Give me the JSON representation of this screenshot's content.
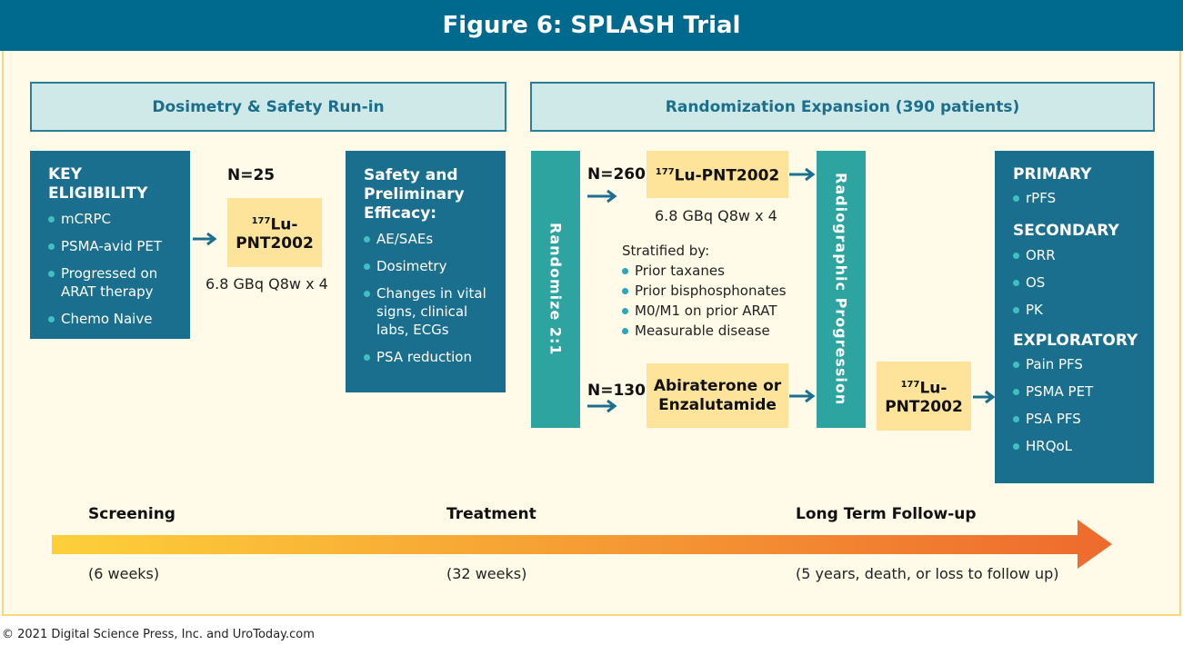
{
  "header": {
    "title": "Figure 6: SPLASH Trial"
  },
  "sections": {
    "run_in": "Dosimetry & Safety Run-in",
    "expansion": "Randomization Expansion (390 patients)"
  },
  "eligibility": {
    "title": "KEY ELIGIBILITY",
    "items": [
      "mCRPC",
      "PSMA-avid PET",
      "Progressed on ARAT therapy",
      "Chemo Naive"
    ]
  },
  "run_in_arm": {
    "n": "N=25",
    "drug_sup": "177",
    "drug_line1": "Lu-",
    "drug_line2": "PNT2002",
    "dose": "6.8 GBq Q8w x 4"
  },
  "safety": {
    "title": "Safety and Preliminary Efficacy:",
    "items": [
      "AE/SAEs",
      "Dosimetry",
      "Changes in vital signs, clinical labs, ECGs",
      "PSA reduction"
    ]
  },
  "randomize": {
    "label": "Randomize 2:1"
  },
  "arm_a": {
    "n": "N=260",
    "drug_sup": "177",
    "drug": "Lu-PNT2002",
    "dose": "6.8 GBq Q8w x 4"
  },
  "stratification": {
    "title": "Stratified by:",
    "items": [
      "Prior taxanes",
      "Prior bisphosphonates",
      "M0/M1 on prior ARAT",
      "Measurable disease"
    ]
  },
  "arm_b": {
    "n": "N=130",
    "drug_line1": "Abiraterone or",
    "drug_line2": "Enzalutamide"
  },
  "progression": {
    "label": "Radiographic Progression"
  },
  "crossover": {
    "drug_sup": "177",
    "drug_line1": "Lu-",
    "drug_line2": "PNT2002"
  },
  "endpoints": {
    "primary_title": "PRIMARY",
    "primary": [
      "rPFS"
    ],
    "secondary_title": "SECONDARY",
    "secondary": [
      "ORR",
      "OS",
      "PK"
    ],
    "exploratory_title": "EXPLORATORY",
    "exploratory": [
      "Pain PFS",
      "PSMA PET",
      "PSA PFS",
      "HRQoL"
    ]
  },
  "timeline": {
    "phases": [
      {
        "label": "Screening",
        "duration": "(6 weeks)"
      },
      {
        "label": "Treatment",
        "duration": "(32 weeks)"
      },
      {
        "label": "Long Term Follow-up",
        "duration": "(5 years, death, or loss to follow up)"
      }
    ],
    "gradient_start": "#fdd03a",
    "gradient_end": "#ee6a2e"
  },
  "footer": {
    "copyright": "© 2021 Digital Science Press, Inc. and UroToday.com"
  },
  "colors": {
    "header": "#006a8e",
    "dark_box": "#1b6f8e",
    "teal_bar": "#2ea4a0",
    "yellow_box": "#fde49a",
    "section_head_bg": "#cfe9e9"
  }
}
